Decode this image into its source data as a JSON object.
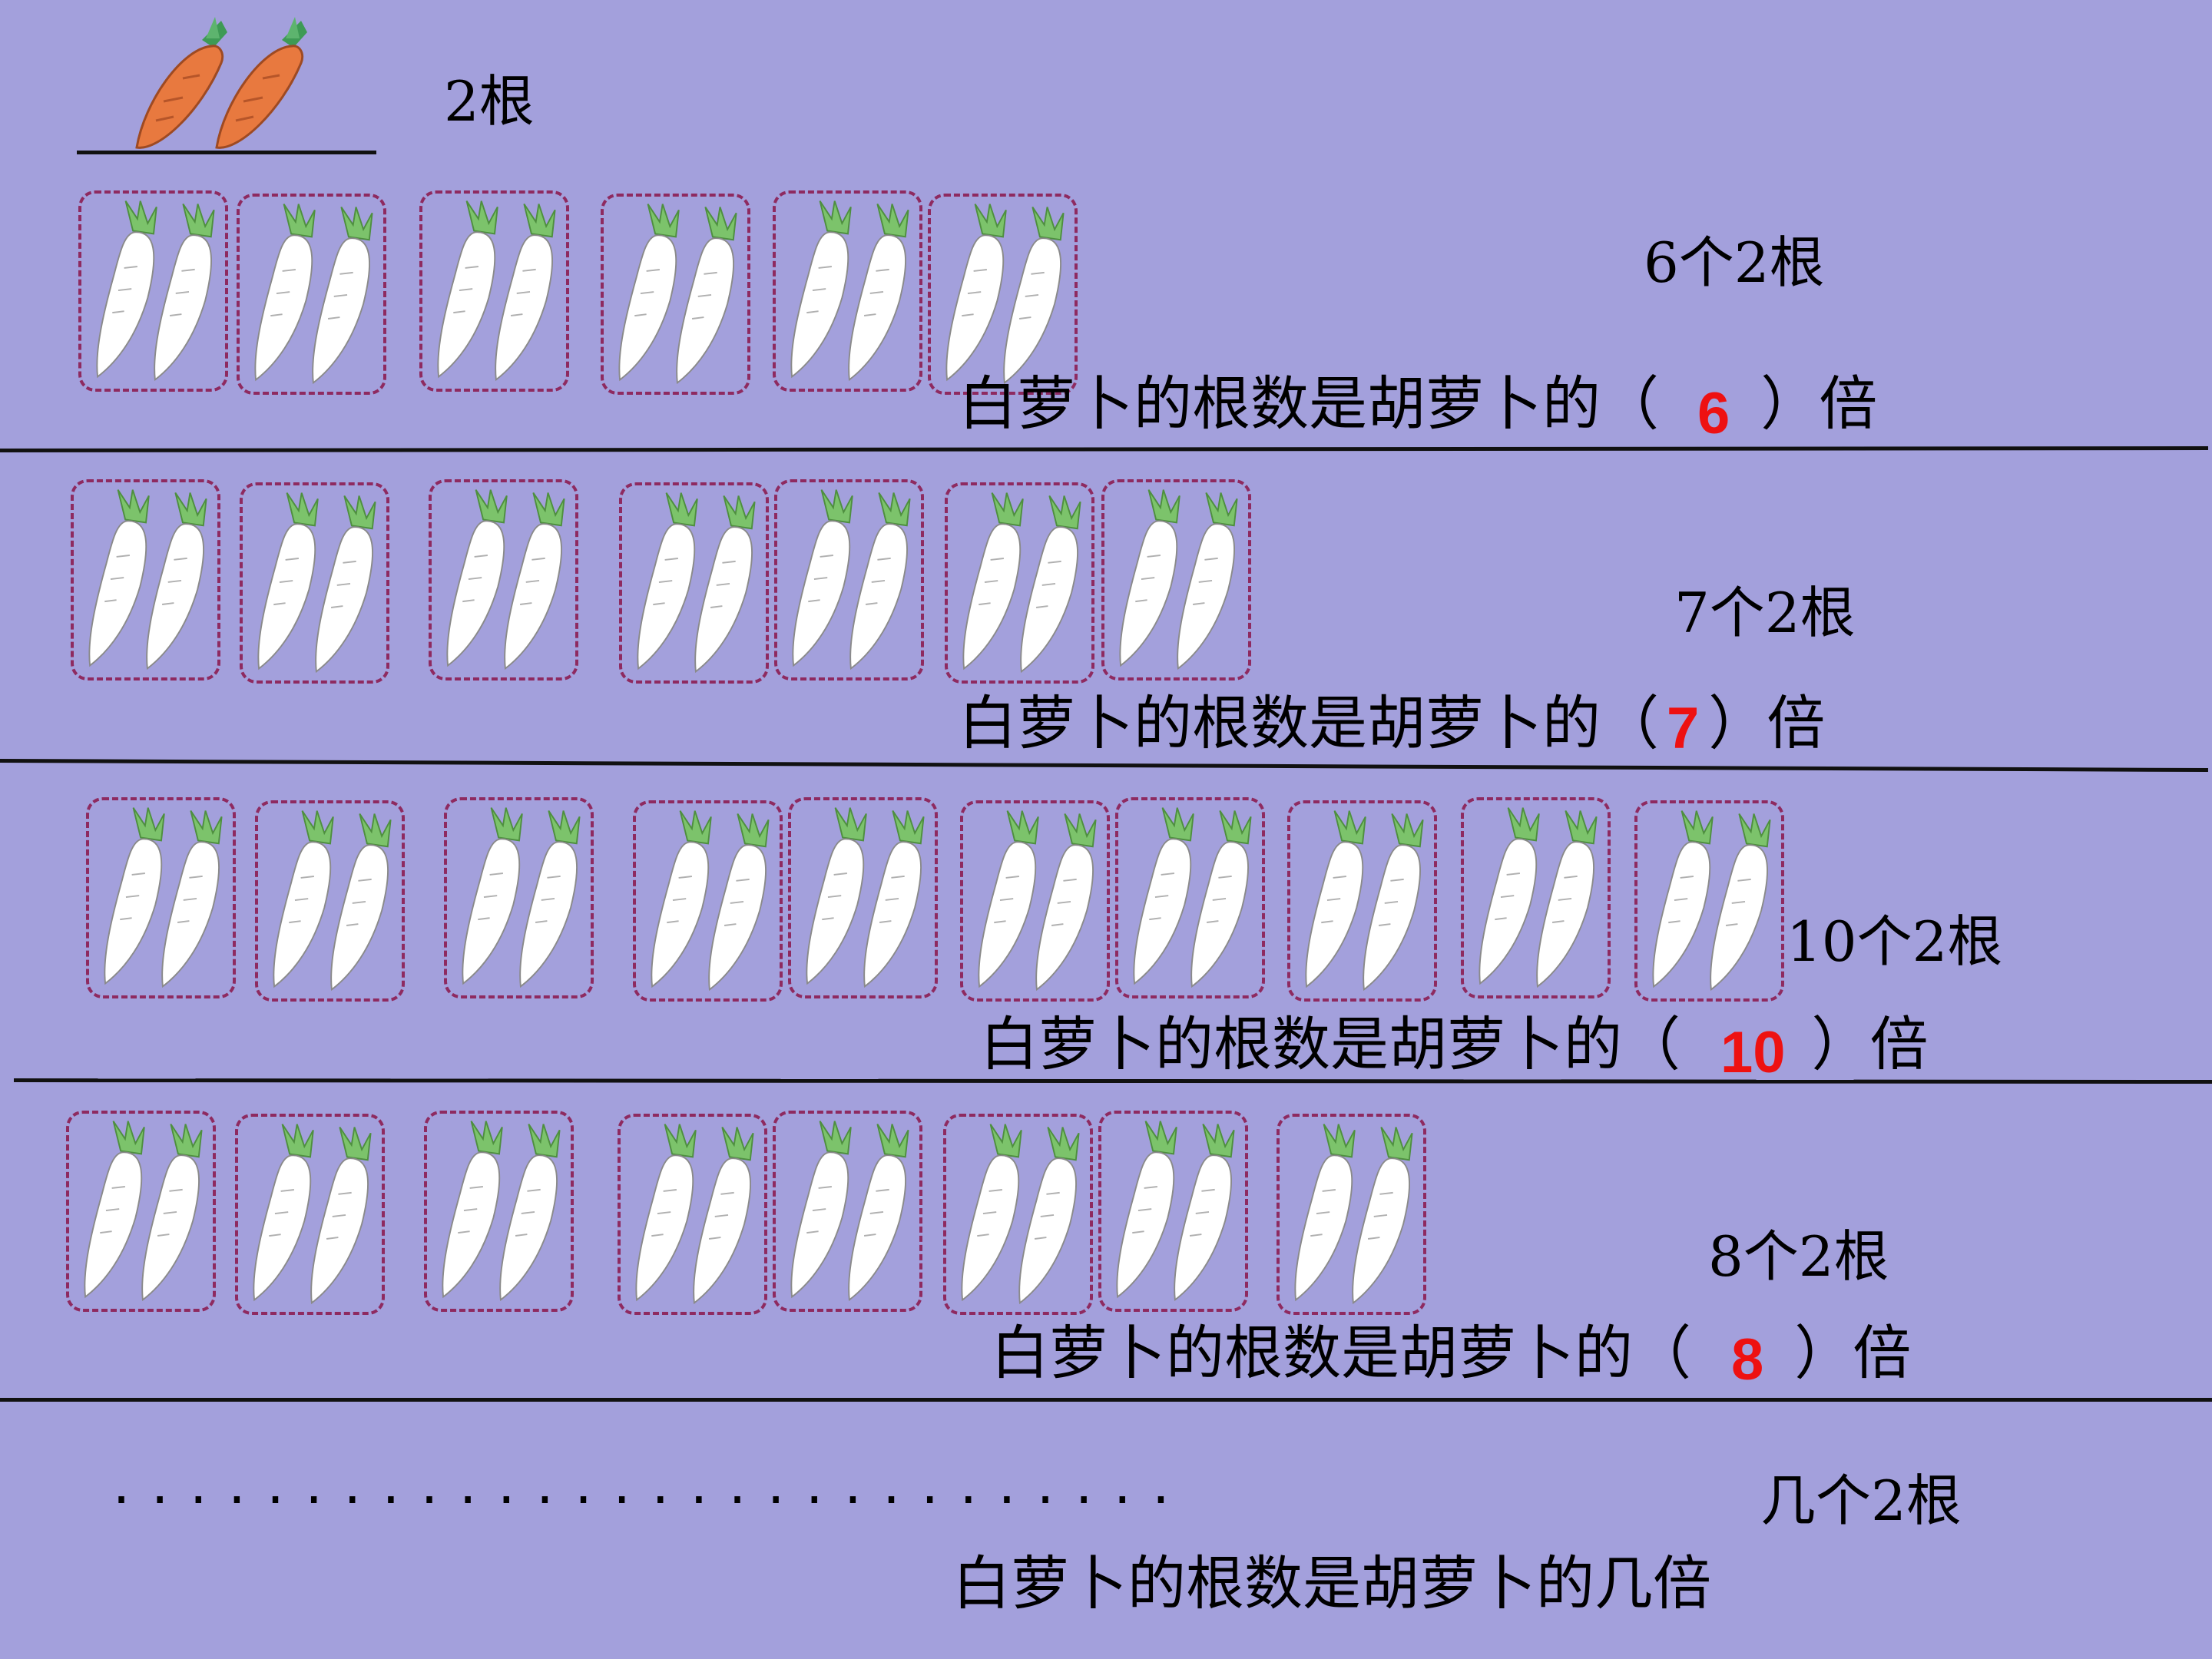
{
  "reference": {
    "label": "2根",
    "icon": "carrot-icon",
    "count": 2
  },
  "rows": [
    {
      "group_count": 6,
      "label": "6个2根",
      "sentence_prefix": "白萝卜的根数是胡萝卜的（",
      "answer": "6",
      "sentence_suffix": "）倍"
    },
    {
      "group_count": 7,
      "label": "7个2根",
      "sentence_prefix": "白萝卜的根数是胡萝卜的（",
      "answer": "7",
      "sentence_suffix": "）倍"
    },
    {
      "group_count": 10,
      "label": "10个2根",
      "sentence_prefix": "白萝卜的根数是胡萝卜的（",
      "answer": "10",
      "sentence_suffix": "）倍"
    },
    {
      "group_count": 8,
      "label": "8个2根",
      "sentence_prefix": "白萝卜的根数是胡萝卜的（",
      "answer": "8",
      "sentence_suffix": "）倍"
    }
  ],
  "final": {
    "ellipsis": "............................",
    "label": "几个2根",
    "sentence": "白萝卜的根数是胡萝卜的几倍"
  },
  "radish_icon": "white-radish-icon",
  "colors": {
    "background": "#A3A0DC",
    "answer": "#EE1111",
    "group_border": "#8E2A60"
  }
}
